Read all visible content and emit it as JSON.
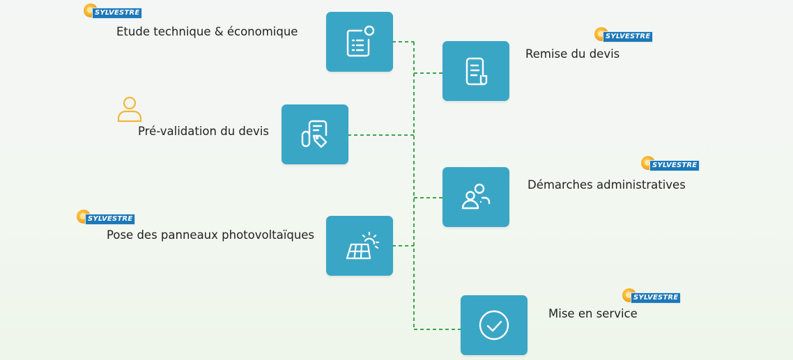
{
  "logo_text": "SYLVESTRE",
  "colors": {
    "tile": "#3aa6c6",
    "connector": "#3aa74a",
    "person_icon": "#f1b73b",
    "logo_blue": "#1d78b8",
    "logo_sun": "#f3a623"
  },
  "steps": [
    {
      "label": "Etude technique & économique",
      "icon": "document-list-icon",
      "badge": "logo"
    },
    {
      "label": "Remise du devis",
      "icon": "document-icon",
      "badge": "logo"
    },
    {
      "label": "Pré-validation du devis",
      "icon": "document-tag-icon",
      "badge": "person-icon"
    },
    {
      "label": "Démarches administratives",
      "icon": "people-icon",
      "badge": "logo"
    },
    {
      "label": "Pose des panneaux photovoltaïques",
      "icon": "solar-panel-icon",
      "badge": "logo"
    },
    {
      "label": "Mise en service",
      "icon": "check-circle-icon",
      "badge": "logo"
    }
  ]
}
